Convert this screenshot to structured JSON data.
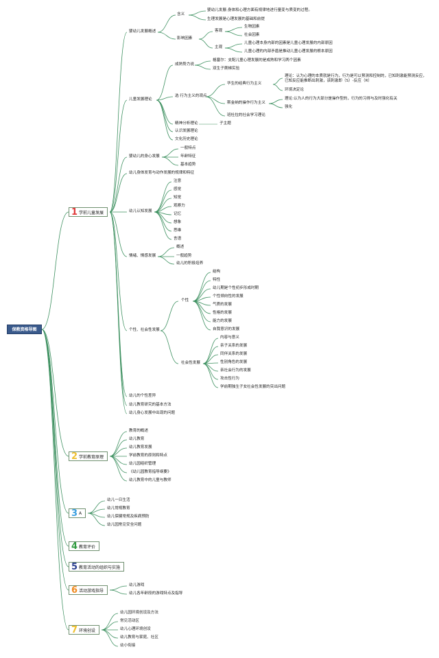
{
  "root": "保教资格导图",
  "sections": [
    {
      "num": "1",
      "num_color": "#e03a3a",
      "label": "学前儿童发展",
      "children": {
        "s1": "婴幼儿发展概述",
        "s1_def": "含义",
        "s1_def_a": "婴幼儿发展:身体和心理方面有规律地进行量变与质变的过程。",
        "s1_def_b": "生理发展是心理发展的基础和前提",
        "s1_factor": "影响因素",
        "s1_obj": "客观",
        "s1_obj_a": "生物因素",
        "s1_obj_b": "社会因素",
        "s1_sub": "主观",
        "s1_sub_a": "儿童心理本身内部的因素是儿童心理发展的内部原因",
        "s1_sub_b": "儿童心理的内部矛盾是推动儿童心理发展的根本原因",
        "s2": "儿童发展理论",
        "s2_mat": "成熟势力说",
        "s2_mat_a": "格塞尔：支配儿童心理发展的是成熟和学习两个因素",
        "s2_mat_b": "双生子爬梯实验",
        "s2_beh": "选 行为主义的观点",
        "s2_wat": "华生的经典行为主义",
        "s2_wat_a": "理论：认为心理的本质就是行为，行为是可以预测和控制的，已知刺激能预测反应，已知反应能推断出刺激，该刺激即（S）-反应（R）",
        "s2_wat_b": "环境决定论",
        "s2_sk": "斯金纳的操作行为主义",
        "s2_sk_a": "理论:认为人的行为大部分是操作型的，行为的习得与及时强化有关",
        "s2_sk_b": "强化",
        "s2_ban": "班杜拉的社会学习理论",
        "s2_psy": "精神分析理论",
        "s2_psy_a": "子主题",
        "s2_cog": "认识发展理论",
        "s2_cul": "文化历史理论",
        "s3": "婴幼儿的身心发展",
        "s3_a": "一般特点",
        "s3_b": "年龄特征",
        "s3_c": "基本趋势",
        "s4": "幼儿身体发育与动作发展的规律和特征",
        "s5": "幼儿认知发展",
        "s5_items": [
          "注意",
          "感觉",
          "知觉",
          "观察力",
          "记忆",
          "想象",
          "思维",
          "言语"
        ],
        "s6": "情绪、情感发展",
        "s6_a": "概述",
        "s6_b": "一般趋势",
        "s6_c": "幼儿的积极培养",
        "s7": "个性、社会性发展",
        "s7_per": "个性",
        "s7_per_items": [
          "结构",
          "特性",
          "幼儿期是个性初步形成时期",
          "个性倾向性的发展",
          "气质的发展",
          "性格的发展",
          "能力的发展",
          "自我意识的发展"
        ],
        "s7_soc": "社会性发展",
        "s7_soc_items": [
          "内容与意义",
          "亲子关系的发展",
          "同伴关系的发展",
          "性别角色的发展",
          "亲社会行为的发展",
          "攻击性行为",
          "学前期独生子女社会性发展的突出问题"
        ],
        "s8": "幼儿的个性差异",
        "s9": "幼儿教育研究的基本方法",
        "s10": "幼儿身心发展中出现的问题"
      }
    },
    {
      "num": "2",
      "num_color": "#f0c030",
      "label": "学前教育原理",
      "children": [
        "教育的概述",
        "幼儿教育",
        "幼儿教育发展",
        "学前教育的原则和特点",
        "幼儿园组织管理",
        "《幼儿园教育指导纲要》",
        "幼儿教育中的儿童与教师"
      ]
    },
    {
      "num": "3",
      "num_color": "#3a9fe0",
      "label": "A",
      "children": [
        "幼儿一日生活",
        "幼儿常规教育",
        "幼儿保健常规及疾病预防",
        "幼儿园常见安全问题"
      ]
    },
    {
      "num": "4",
      "num_color": "#2e9a3e",
      "label": "教育评价",
      "children": []
    },
    {
      "num": "5",
      "num_color": "#2a3f8f",
      "label": "教育活动的组织与实施",
      "children": []
    },
    {
      "num": "6",
      "num_color": "#f08a20",
      "label": "活动游戏指导",
      "children": [
        "幼儿游戏",
        "幼儿各年龄段的游戏特点及指导"
      ]
    },
    {
      "num": "7",
      "num_color": "#f0c030",
      "label": "环境创设",
      "children": [
        "幼儿园环境创设及方法",
        "常见活动区",
        "幼儿心理环境创设",
        "幼儿教育与家庭、社区",
        "幼小衔接"
      ]
    }
  ],
  "colors": {
    "line": "#3b8f5e",
    "root_bg": "#3a5a8c"
  }
}
